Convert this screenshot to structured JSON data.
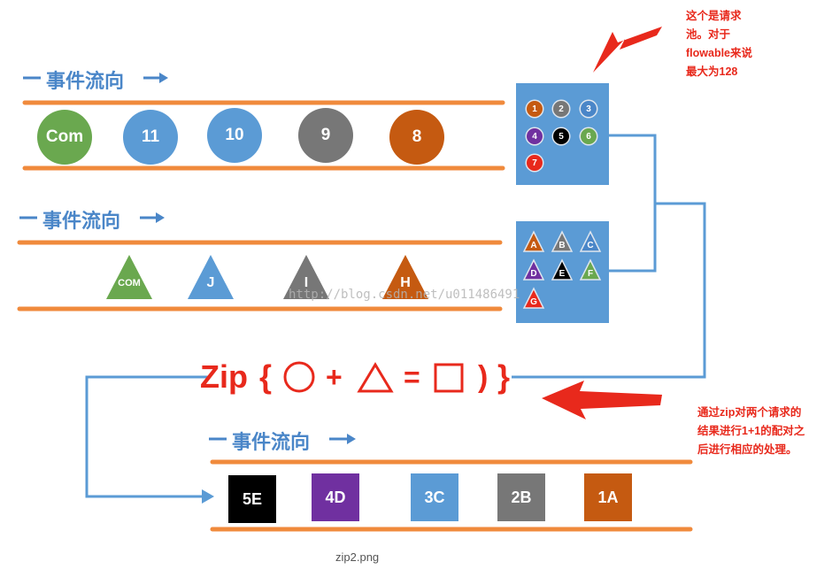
{
  "flow_label": "事件流向",
  "top_note": "这个是请求\n池。对于\nflowable来说\n最大为128",
  "bottom_note": "通过zip对两个请求的\n结果进行1+1的配对之\n后进行相应的处理。",
  "circle_row": [
    "Com",
    "11",
    "10",
    "9",
    "8"
  ],
  "triangle_row": [
    "COM",
    "J",
    "I",
    "H"
  ],
  "pool1": [
    "1",
    "2",
    "3",
    "4",
    "5",
    "6",
    "7"
  ],
  "pool2": [
    "A",
    "B",
    "C",
    "D",
    "E",
    "F",
    "G"
  ],
  "zip": {
    "word": "Zip",
    "open": "{",
    "plus": "+",
    "equals": "=",
    "paren": ")",
    "close": "}"
  },
  "result_row": [
    "5E",
    "4D",
    "3C",
    "2B",
    "1A"
  ],
  "watermark": "http://blog.csdn.net/u011486491",
  "caption": "zip2.png",
  "colors": {
    "orange": "#f08a3c",
    "blue": "#5b9bd5",
    "green": "#6aa84f",
    "gray": "#777777",
    "dark_orange": "#c55a11",
    "purple": "#7030a0",
    "red": "#e8291c",
    "black": "#000000"
  }
}
